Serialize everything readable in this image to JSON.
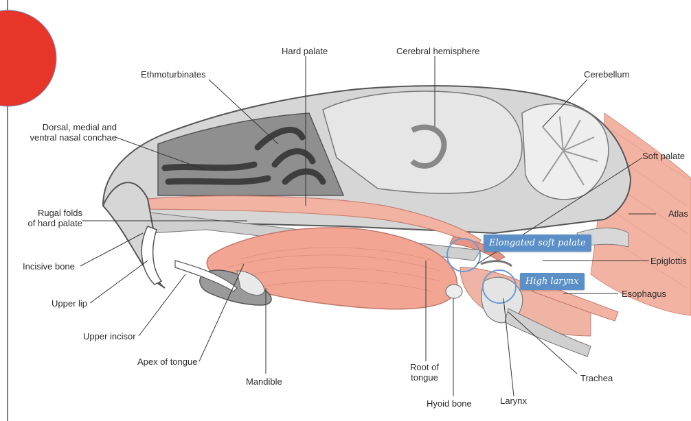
{
  "labels": {
    "hard_palate": "Hard palate",
    "cerebral_hemisphere": "Cerebral hemisphere",
    "ethmoturbinates": "Ethmoturbinates",
    "cerebellum": "Cerebellum",
    "nasal_conchae_line1": "Dorsal, medial and",
    "nasal_conchae_line2": "ventral nasal conchae",
    "soft_palate": "Soft palate",
    "rugal_folds_line1": "Rugal folds",
    "rugal_folds_line2": "of hard palate",
    "atlas": "Atlas",
    "incisive_bone": "Incisive bone",
    "epiglottis": "Epiglottis",
    "upper_lip": "Upper lip",
    "esophagus": "Esophagus",
    "upper_incisor": "Upper incisor",
    "apex_of_tongue": "Apex of tongue",
    "mandible": "Mandible",
    "root_of_tongue_line1": "Root of",
    "root_of_tongue_line2": "tongue",
    "trachea": "Trachea",
    "hyoid_bone": "Hyoid bone",
    "larynx": "Larynx"
  },
  "callouts": {
    "elongated_soft_palate": "Elongated soft palate",
    "high_larynx": "High larynx"
  },
  "colors": {
    "accent_red": "#e8352a",
    "callout_blue": "#5b8fc7",
    "circle_blue": "#6a9bd6",
    "muscle": "#f0a493",
    "bone": "#d9d9d9"
  }
}
